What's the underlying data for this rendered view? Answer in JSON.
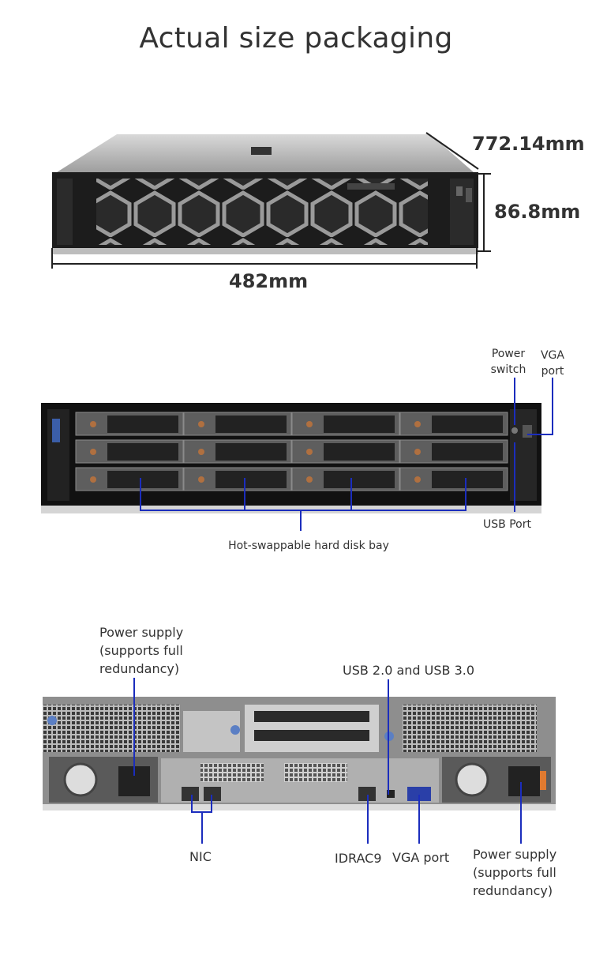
{
  "title": "Actual size packaging",
  "dimensions": {
    "depth": "772.14mm",
    "height": "86.8mm",
    "width": "482mm"
  },
  "front_panel": {
    "power_switch": [
      "Power",
      "switch"
    ],
    "vga_port": [
      "VGA",
      "port"
    ],
    "usb_port": "USB Port",
    "disk_bay": "Hot-swappable hard disk bay"
  },
  "rear_panel": {
    "power_supply_left": [
      "Power supply",
      "(supports full",
      "redundancy)"
    ],
    "usb": "USB 2.0 and USB 3.0",
    "nic": "NIC",
    "idrac": "IDRAC9",
    "vga_port": "VGA port",
    "power_supply_right": [
      "Power supply",
      "(supports full",
      "redundancy)"
    ]
  },
  "colors": {
    "callout_line": "#1b2dbd",
    "chassis_dark": "#1a1a1a",
    "chassis_silver": "#b9b9b9"
  }
}
